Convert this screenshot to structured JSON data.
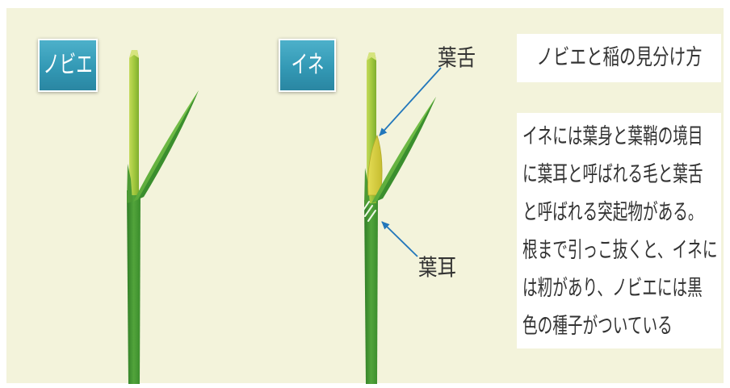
{
  "plants": {
    "left_plant": {
      "label": "ノビエ"
    },
    "right_plant": {
      "label": "イネ"
    }
  },
  "annotations": {
    "ligule": "葉舌",
    "auricle": "葉耳"
  },
  "slide": {
    "title": "ノビエと稲の見分け方",
    "description_lines": [
      "イネには葉身と葉鞘の境目",
      "に葉耳と呼ばれる毛と葉舌",
      "と呼ばれる突起物がある。",
      "根まで引っこ抜くと、イネに",
      "は籾があり、ノビエには黒",
      "色の種子がついている"
    ]
  },
  "colors": {
    "background": "#f3f3db",
    "label_box": "#3399b5",
    "arrow": "#2277bb",
    "text": "#333333"
  }
}
